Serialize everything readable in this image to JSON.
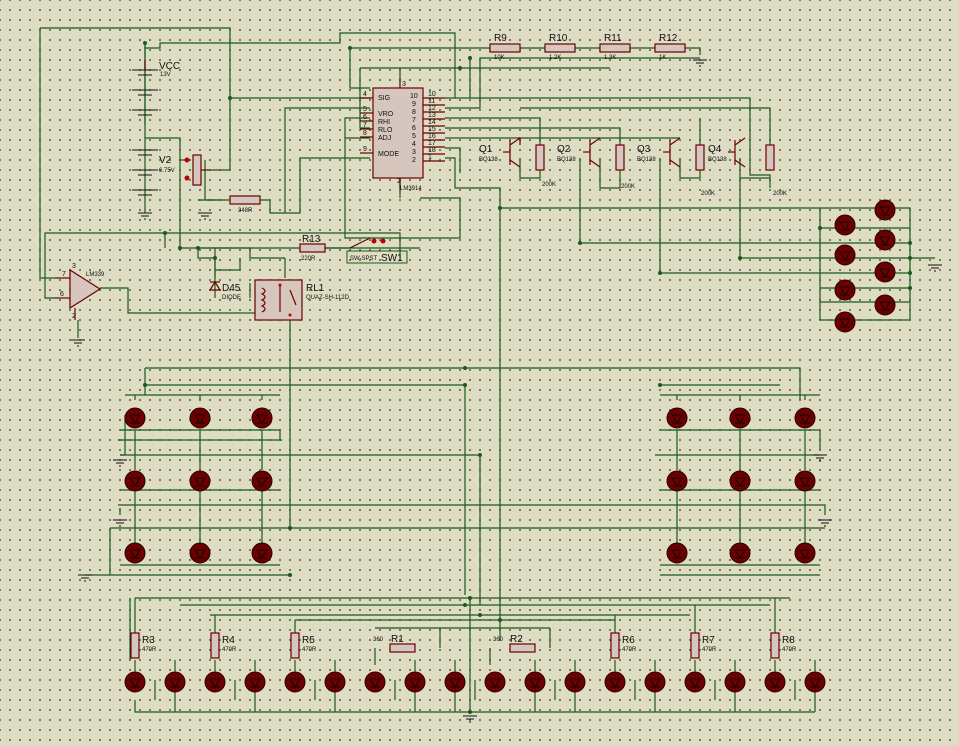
{
  "components": {
    "vcc": {
      "name": "VCC",
      "value": "13V"
    },
    "v2": {
      "name": "V2",
      "value": "6.75V"
    },
    "u_driver": {
      "name": "LM3914",
      "pins_left": [
        "SIG",
        "VRO",
        "RHI",
        "RLO",
        "ADJ",
        "MODE"
      ],
      "pins_right_numbers": [
        "10",
        "11",
        "12",
        "13",
        "14",
        "15",
        "16",
        "17",
        "18",
        "1",
        "2",
        "3",
        "4",
        "5",
        "6",
        "7",
        "8",
        "9"
      ]
    },
    "u_comp": {
      "name": "LM339"
    },
    "r_adj": {
      "value": "348R"
    },
    "r9": {
      "name": "R9",
      "value": "10K"
    },
    "r10": {
      "name": "R10",
      "value": "1.2K"
    },
    "r11": {
      "name": "R11",
      "value": "1.3K"
    },
    "r12": {
      "name": "R12",
      "value": "1K"
    },
    "r13": {
      "name": "R13",
      "value": "220R"
    },
    "sw1": {
      "name": "SW1",
      "type": "SW-SPST"
    },
    "d45": {
      "name": "D45",
      "type": "DIODE"
    },
    "rl1": {
      "name": "RL1",
      "type": "QUAZ-SH-112D"
    },
    "q1": {
      "name": "Q1",
      "type": "BQ138"
    },
    "q2": {
      "name": "Q2",
      "type": "BQ138"
    },
    "q3": {
      "name": "Q3",
      "type": "BQ138"
    },
    "q4": {
      "name": "Q4",
      "type": "BQ138"
    },
    "rq": {
      "value": "200K"
    },
    "r1": {
      "name": "R1",
      "value": "360"
    },
    "r2": {
      "name": "R2",
      "value": "360"
    },
    "r3": {
      "name": "R3",
      "value": "470R"
    },
    "r4": {
      "name": "R4",
      "value": "470R"
    },
    "r5": {
      "name": "R5",
      "value": "470R"
    },
    "r6": {
      "name": "R6",
      "value": "470R"
    },
    "r7": {
      "name": "R7",
      "value": "470R"
    },
    "r8": {
      "name": "R8",
      "value": "470R"
    }
  },
  "colors": {
    "background": "#dedcc2",
    "grid_dot": "#5f5f52",
    "wire": "#1b5a1b",
    "component": "#6b0000",
    "led": "#6a0000"
  }
}
